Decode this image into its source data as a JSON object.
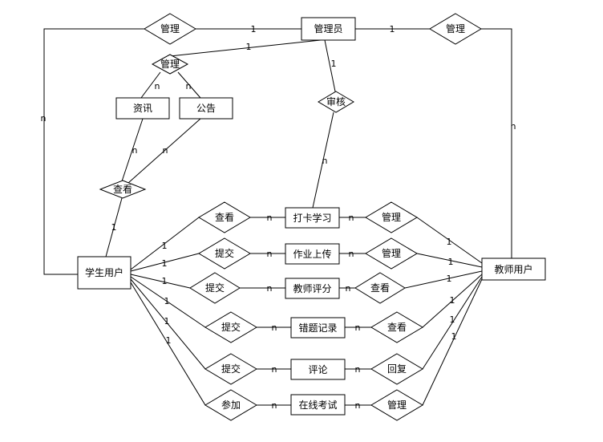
{
  "entities": {
    "admin": "管理员",
    "news": "资讯",
    "notice": "公告",
    "student": "学生用户",
    "teacher": "教师用户",
    "checkin": "打卡学习",
    "homework": "作业上传",
    "evaluation": "教师评分",
    "mistakes": "错题记录",
    "comment": "评论",
    "exam": "在线考试"
  },
  "relations": {
    "r_admin_student": "管理",
    "r_admin_teacher": "管理",
    "r_admin_info": "管理",
    "r_review": "审核",
    "r_view_info": "查看",
    "r_s_checkin": "查看",
    "r_s_homework": "提交",
    "r_s_evaluation": "提交",
    "r_s_mistakes": "提交",
    "r_s_comment": "提交",
    "r_s_exam": "参加",
    "r_t_checkin": "管理",
    "r_t_homework": "管理",
    "r_t_evaluation": "查看",
    "r_t_mistakes": "查看",
    "r_t_comment": "回复",
    "r_t_exam": "管理"
  },
  "cardinality": {
    "one": "1",
    "many": "n"
  }
}
